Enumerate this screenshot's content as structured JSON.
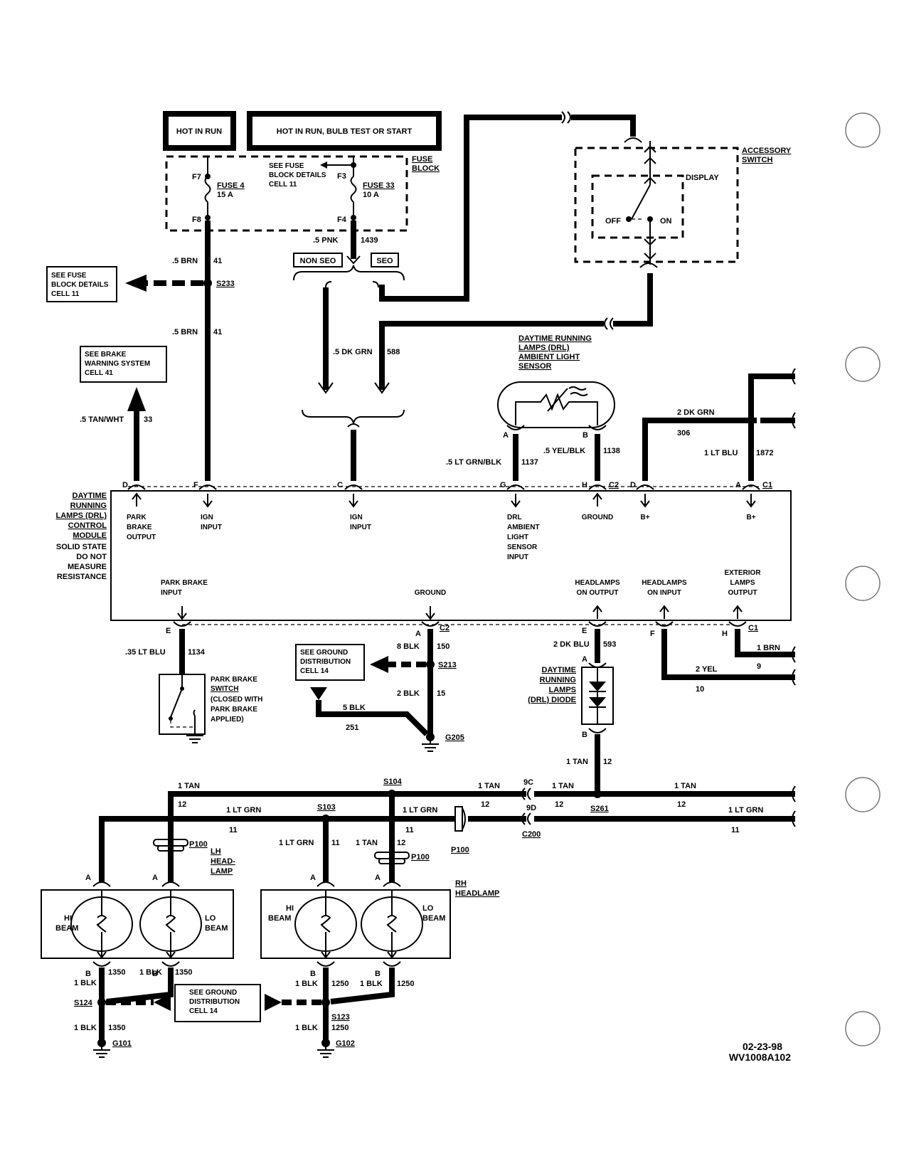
{
  "header": {
    "hot_in_run": "HOT IN RUN",
    "hot_in_run_bulb": "HOT IN RUN, BULB TEST OR START"
  },
  "fuse_block": {
    "label_line1": "FUSE",
    "label_line2": "BLOCK",
    "see_line1": "SEE FUSE",
    "see_line2": "BLOCK DETAILS",
    "see_line3": "CELL 11",
    "fuse4_name": "FUSE 4",
    "fuse4_rating": "15 A",
    "fuse33_name": "FUSE 33",
    "fuse33_rating": "10 A",
    "f7": "F7",
    "f8": "F8",
    "f3": "F3",
    "f4": "F4"
  },
  "accessory_switch": {
    "label_line1": "ACCESSORY",
    "label_line2": "SWITCH",
    "display": "DISPLAY",
    "off": "OFF",
    "on": "ON"
  },
  "options": {
    "non_seo": "NON SEO",
    "seo": "SEO"
  },
  "refs": {
    "fuse_block_l1": "SEE FUSE",
    "fuse_block_l2": "BLOCK DETAILS",
    "fuse_block_l3": "CELL 11",
    "brake_l1": "SEE BRAKE",
    "brake_l2": "WARNING SYSTEM",
    "brake_l3": "CELL 41",
    "ground1_l1": "SEE GROUND",
    "ground1_l2": "DISTRIBUTION",
    "ground1_l3": "CELL 14",
    "ground2_l1": "SEE GROUND",
    "ground2_l2": "DISTRIBUTION",
    "ground2_l3": "CELL 14"
  },
  "sensor": {
    "l1": "DAYTIME RUNNING",
    "l2": "LAMPS (DRL)",
    "l3": "AMBIENT LIGHT",
    "l4": "SENSOR",
    "pin_a": "A",
    "pin_b": "B"
  },
  "wires": {
    "w41a_gauge": ".5 BRN",
    "w41a_num": "41",
    "w41b_gauge": ".5 BRN",
    "w41b_num": "41",
    "w1439_gauge": ".5 PNK",
    "w1439_num": "1439",
    "w588_gauge": ".5 DK GRN",
    "w588_num": "588",
    "w33_gauge": ".5 TAN/WHT",
    "w33_num": "33",
    "w1137_gauge": ".5 LT GRN/BLK",
    "w1137_num": "1137",
    "w1138_gauge": ".5 YEL/BLK",
    "w1138_num": "1138",
    "w306_gauge": "2 DK GRN",
    "w306_num": "306",
    "w1872_gauge": "1 LT BLU",
    "w1872_num": "1872",
    "w1134_gauge": ".35 LT BLU",
    "w1134_num": "1134",
    "w150_gauge": "8 BLK",
    "w150_num": "150",
    "w15_gauge": "2 BLK",
    "w15_num": "15",
    "w251_gauge": "5 BLK",
    "w251_num": "251",
    "w593_gauge": "2 DK BLU",
    "w593_num": "593",
    "w9_gauge": "1 BRN",
    "w9_num": "9",
    "w10_gauge": "2 YEL",
    "w10_num": "10",
    "w12_gauge": "1 TAN",
    "w12_num": "12",
    "tan_a_gauge": "1 TAN",
    "tan_a_num": "12",
    "tan_b_gauge": "1 TAN",
    "tan_b_num": "12",
    "tan_c_gauge": "1 TAN",
    "tan_c_num": "12",
    "tan_d_gauge": "1 TAN",
    "tan_d_num": "12",
    "tan_e_gauge": "1 TAN",
    "tan_e_num": "12",
    "grn_a_gauge": "1 LT GRN",
    "grn_a_num": "11",
    "grn_b_gauge": "1 LT GRN",
    "grn_b_num": "11",
    "grn_c_gauge": "1 LT GRN",
    "grn_c_num": "11",
    "grn_d_gauge": "1 LT GRN",
    "grn_d_num": "11",
    "blk_lh_hi_gauge": "1 BLK",
    "blk_lh_hi_num": "1350",
    "blk_lh_lo_gauge": "1 BLK",
    "blk_lh_lo_num": "1350",
    "blk_rh_hi_gauge": "1 BLK",
    "blk_rh_hi_num": "1250",
    "blk_rh_lo_gauge": "1 BLK",
    "blk_rh_lo_num": "1250",
    "blk_g101_gauge": "1 BLK",
    "blk_g101_num": "1350",
    "blk_g102_gauge": "1 BLK",
    "blk_g102_num": "1250"
  },
  "splices": {
    "s233": "S233",
    "s213": "S213",
    "s104": "S104",
    "s103": "S103",
    "s261": "S261",
    "s124": "S124",
    "s123": "S123",
    "g205": "G205",
    "g101": "G101",
    "g102": "G102",
    "p100a": "P100",
    "p100b": "P100",
    "p100c": "P100",
    "c200": "C200",
    "c200_9c": "9C",
    "c200_9d": "9D"
  },
  "module": {
    "n1": "DAYTIME",
    "n2": "RUNNING",
    "n3": "LAMPS (DRL)",
    "n4": "CONTROL",
    "n5": "MODULE",
    "s1": "SOLID STATE",
    "s2": "DO NOT",
    "s3": "MEASURE",
    "s4": "RESISTANCE",
    "pin_d": "D",
    "pin_f": "F",
    "pin_c": "C",
    "pin_g": "G",
    "pin_h": "H",
    "c2_top": "C2",
    "pin_d2": "D",
    "pin_a": "A",
    "c1_top": "C1",
    "park_out_1": "PARK",
    "park_out_2": "BRAKE",
    "park_out_3": "OUTPUT",
    "ign1_1": "IGN",
    "ign1_2": "INPUT",
    "ign2_1": "IGN",
    "ign2_2": "INPUT",
    "drl_1": "DRL",
    "drl_2": "AMBIENT",
    "drl_3": "LIGHT",
    "drl_4": "SENSOR",
    "drl_5": "INPUT",
    "ground_top": "GROUND",
    "bplus1": "B+",
    "bplus2": "B+",
    "park_in_1": "PARK BRAKE",
    "park_in_2": "INPUT",
    "ground_bot": "GROUND",
    "hl_out_1": "HEADLAMPS",
    "hl_out_2": "ON OUTPUT",
    "hl_in_1": "HEADLAMPS",
    "hl_in_2": "ON INPUT",
    "ext_1": "EXTERIOR",
    "ext_2": "LAMPS",
    "ext_3": "OUTPUT",
    "pin_e": "E",
    "pin_a2": "A",
    "c2_bot": "C2",
    "pin_e2": "E",
    "pin_f2": "F",
    "pin_h2": "H",
    "c1_bot": "C1"
  },
  "park_switch": {
    "l1": "PARK BRAKE",
    "l2": "SWITCH",
    "l3": "(CLOSED WITH",
    "l4": "PARK BRAKE",
    "l5": "APPLIED)"
  },
  "diode": {
    "l1": "DAYTIME",
    "l2": "RUNNING",
    "l3": "LAMPS",
    "l4": "(DRL) DIODE",
    "pin_a": "A",
    "pin_b": "B"
  },
  "headlamps": {
    "lh_l1": "LH",
    "lh_l2": "HEAD-",
    "lh_l3": "LAMP",
    "rh_l1": "RH",
    "rh_l2": "HEADLAMP",
    "hi": "HI",
    "lo": "LO",
    "beam": "BEAM",
    "pin_a": "A",
    "pin_b": "B"
  },
  "footer": {
    "date": "02-23-98",
    "code": "WV1008A102"
  }
}
